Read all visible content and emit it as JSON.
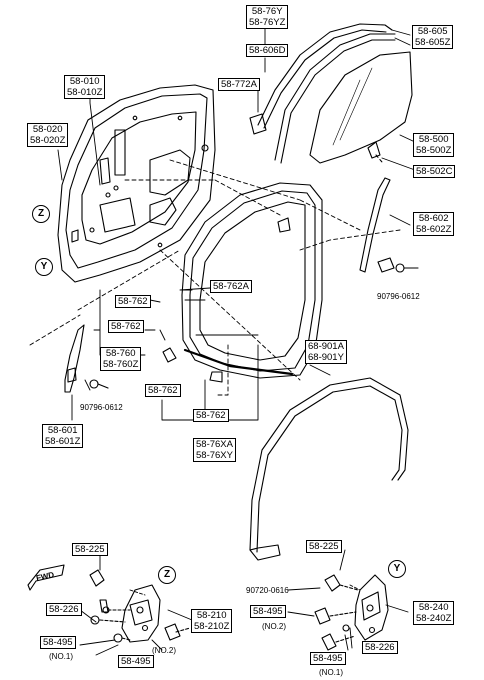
{
  "callouts": {
    "p58_76Y": [
      "58-76Y",
      "58-76YZ"
    ],
    "p58_606D": "58-606D",
    "p58_772A": "58-772A",
    "p58_605": [
      "58-605",
      "58-605Z"
    ],
    "p58_010": [
      "58-010",
      "58-010Z"
    ],
    "p58_020": [
      "58-020",
      "58-020Z"
    ],
    "p58_500": [
      "58-500",
      "58-500Z"
    ],
    "p58_502C": "58-502C",
    "p58_602": [
      "58-602",
      "58-602Z"
    ],
    "bolt_right": "90796-0612",
    "p58_762A": "58-762A",
    "p58_762_a": "58-762",
    "p58_762_b": "58-762",
    "p58_760": [
      "58-760",
      "58-760Z"
    ],
    "p68_901A": [
      "68-901A",
      "68-901Y"
    ],
    "p58_762_c": "58-762",
    "bolt_left": "90796-0612",
    "p58_762_d": "58-762",
    "p58_601": [
      "58-601",
      "58-601Z"
    ],
    "p58_76XA": [
      "58-76XA",
      "58-76XY"
    ],
    "p58_225_l": "58-225",
    "p58_225_r": "58-225",
    "bolt_hinge": "90720-0616",
    "p58_226_l": "58-226",
    "p58_210": [
      "58-210",
      "58-210Z"
    ],
    "p58_495_no2_l": "58-495",
    "no2_l": "(NO.2)",
    "p58_495_no1_l": "58-495",
    "no1_l": "(NO.1)",
    "p58_495_r2": "58-495",
    "no2_r": "(NO.2)",
    "p58_240": [
      "58-240",
      "58-240Z"
    ],
    "p58_226_r": "58-226",
    "p58_495_r1": "58-495",
    "no1_r": "(NO.1)"
  },
  "markers": {
    "z_top": "Z",
    "y_top": "Y",
    "z_bottom": "Z",
    "y_bottom": "Y"
  },
  "fwd": "FWD"
}
